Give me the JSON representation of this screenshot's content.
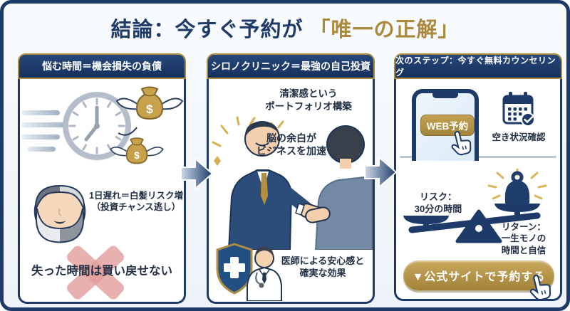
{
  "title": {
    "prefix": "結論：今すぐ予約が",
    "highlight": "「唯一の正解」"
  },
  "colors": {
    "navy": "#1d3a68",
    "gold": "#ab8a3d",
    "panel_bg": "#ffffff",
    "page_bg": "#eef3f9",
    "red_x": "#e39c9c"
  },
  "symbols": {
    "dollar": "$"
  },
  "left_panel": {
    "header": "悩む時間＝機会損失の負債",
    "delay_line1": "1日遅れ＝白髪リスク増",
    "delay_line2": "（投資チャンス逃し）",
    "bottom_message": "失った時間は買い戻せない"
  },
  "middle_panel": {
    "header": "シロノクリニック＝最強の自己投資",
    "portfolio_line1": "清潔感という",
    "portfolio_line2": "ポートフォリオ構築",
    "brain_line1": "脳の余白が",
    "brain_line2": "ビジネスを加速",
    "doctor_line1": "医師による安心感と",
    "doctor_line2": "確実な効果"
  },
  "right_panel": {
    "header": "次のステップ：今すぐ無料カウンセリング",
    "web_booking_button": "WEB予約",
    "availability_label": "空き状況確認",
    "risk_line1": "リスク：",
    "risk_line2": "30分の時間",
    "return_line1": "リターン：",
    "return_line2": "一生モノの",
    "return_line3": "時間と自信",
    "cta_button": "▼公式サイトで予約する"
  }
}
